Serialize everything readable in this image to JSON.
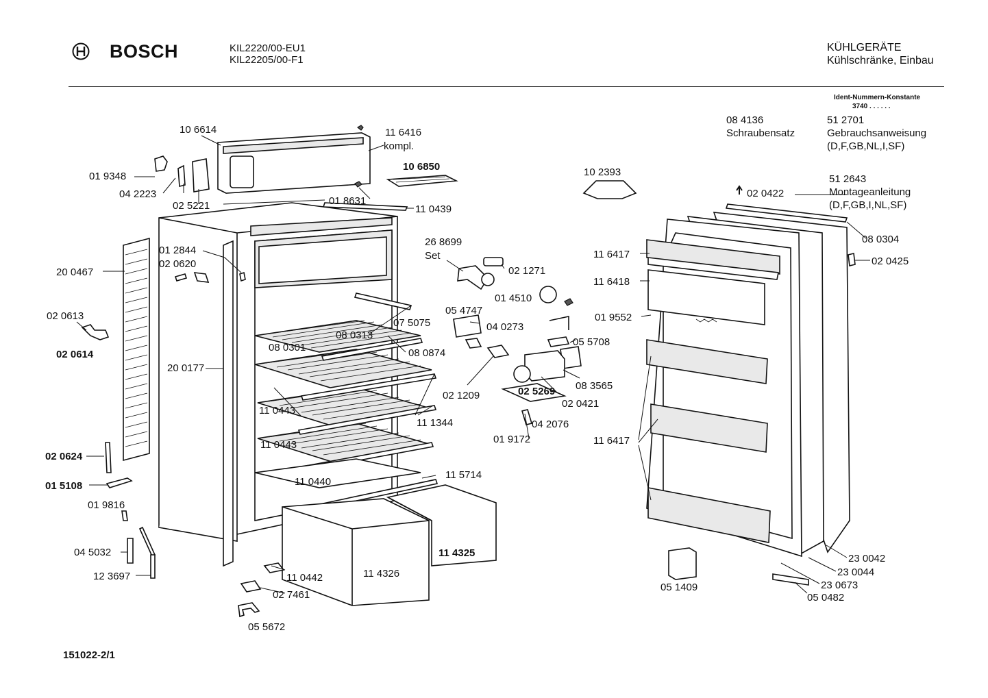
{
  "header": {
    "brand": "BOSCH",
    "models": [
      "KIL2220/00-EU1",
      "KIL22205/00-F1"
    ],
    "category": "KÜHLGERÄTE",
    "subcategory": "Kühlschränke, Einbau"
  },
  "ident": {
    "title": "Ident-Nummern-Konstante",
    "value": "3740  . .   . . . ."
  },
  "documents": [
    {
      "number": "08 4136",
      "text": [
        "Schraubensatz"
      ]
    },
    {
      "number": "51 2701",
      "text": [
        "Gebrauchsanweisung",
        "(D,F,GB,NL,I,SF)"
      ]
    },
    {
      "number": "51 2643",
      "text": [
        "Montageanleitung",
        "(D,F,GB,I,NL,SF)"
      ]
    }
  ],
  "parts": {
    "p106614": "10 6614",
    "p116416": "11 6416",
    "kompl": "kompl.",
    "p106850": "10 6850",
    "p019348": "01 9348",
    "p042223": "04 2223",
    "p025221": "02 5221",
    "p018631": "01 8631",
    "p110439": "11 0439",
    "p012844": "01 2844",
    "p020620": "02 0620",
    "p200467": "20 0467",
    "p020613": "02 0613",
    "p020614": "02 0614",
    "p200177": "20 0177",
    "p080301": "08 0301",
    "p080313": "08 0313",
    "p080874": "08 0874",
    "p110443a": "11 0443",
    "p110443b": "11 0443",
    "p111344": "11 1344",
    "p110440": "11 0440",
    "p115714": "11 5714",
    "p114326": "11 4326",
    "p114325": "11 4325",
    "p110442": "11 0442",
    "p027461": "02 7461",
    "p055672": "05 5672",
    "p020624": "02 0624",
    "p015108": "01 5108",
    "p019816": "01 9816",
    "p045032": "04 5032",
    "p123697": "12 3697",
    "p268699": "26 8699",
    "set": "Set",
    "p021271": "02 1271",
    "p014510": "01 4510",
    "p075075": "07 5075",
    "p054747": "05 4747",
    "p040273": "04 0273",
    "p055708": "05 5708",
    "p083565": "08 3565",
    "p021209": "02 1209",
    "p025269": "02 5269",
    "p020421": "02 0421",
    "p042076": "04 2076",
    "p019172": "01 9172",
    "p102393": "10 2393",
    "p020422": "02 0422",
    "p080304": "08 0304",
    "p020425": "02 0425",
    "p116417a": "11 6417",
    "p116418": "11 6418",
    "p019552": "01 9552",
    "p116417b": "11 6417",
    "p230042": "23 0042",
    "p230044": "23 0044",
    "p230673": "23 0673",
    "p050482": "05 0482",
    "p051409": "05 1409"
  },
  "footer": {
    "code": "151022-2/1"
  }
}
